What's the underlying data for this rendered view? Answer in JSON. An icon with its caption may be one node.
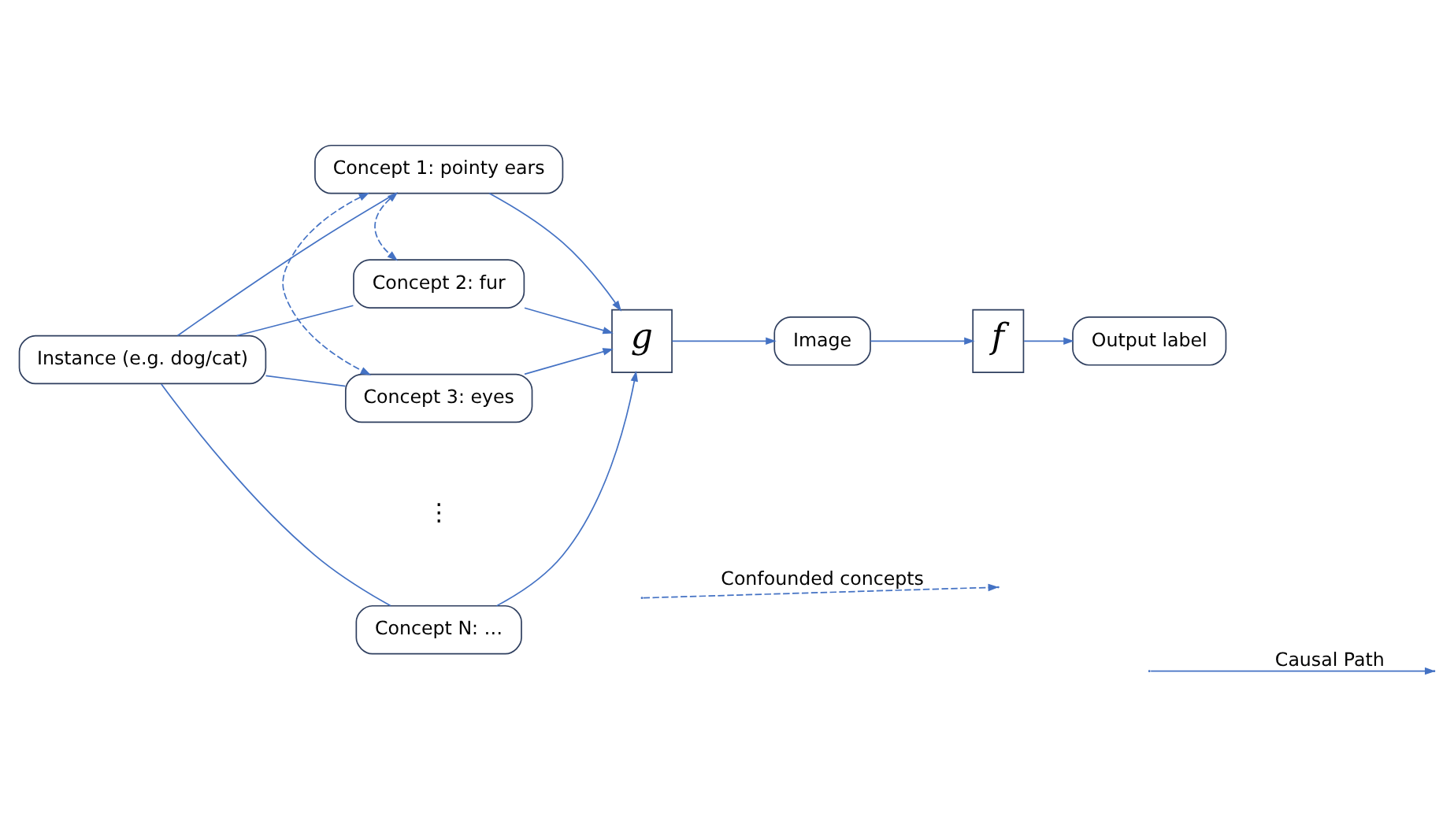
{
  "diagram": {
    "nodes": [
      {
        "text": [
          "Instance (e.g. dog/cat)"
        ]
      },
      {
        "text": [
          "Concept 1: pointy ears"
        ]
      },
      {
        "text": [
          "Concept 2: fur"
        ]
      },
      {
        "text": [
          "Concept 3: eyes"
        ]
      },
      {
        "text": [
          "Concept N: …"
        ]
      },
      {
        "text": [
          "g"
        ]
      },
      {
        "text": [
          "Image"
        ]
      },
      {
        "text": [
          "f"
        ]
      },
      {
        "text": [
          "Output label"
        ]
      }
    ],
    "edges": [
      {
        "from": 0,
        "to": 1,
        "arrow": "none"
      },
      {
        "from": 0,
        "to": 2,
        "arrow": "none"
      },
      {
        "from": 0,
        "to": 3,
        "arrow": "none"
      },
      {
        "from": 0,
        "to": 4,
        "arrow": "none"
      },
      {
        "from": 1,
        "to": 2,
        "arrow": "both",
        "style": "dashed"
      },
      {
        "from": 1,
        "to": 3,
        "arrow": "both",
        "style": "dashed"
      },
      {
        "from": 1,
        "to": 5,
        "arrow": "to"
      },
      {
        "from": 2,
        "to": 5,
        "arrow": "to"
      },
      {
        "from": 3,
        "to": 5,
        "arrow": "to"
      },
      {
        "from": 4,
        "to": 5,
        "arrow": "to"
      },
      {
        "from": 5,
        "to": 6,
        "arrow": "to"
      },
      {
        "from": 6,
        "to": 7,
        "arrow": "to"
      },
      {
        "from": 7,
        "to": 8,
        "arrow": "to"
      }
    ],
    "labels": [
      "⋮"
    ],
    "legend": [
      {
        "text": "Confounded concepts"
      },
      {
        "text": "Causal Path"
      }
    ]
  }
}
